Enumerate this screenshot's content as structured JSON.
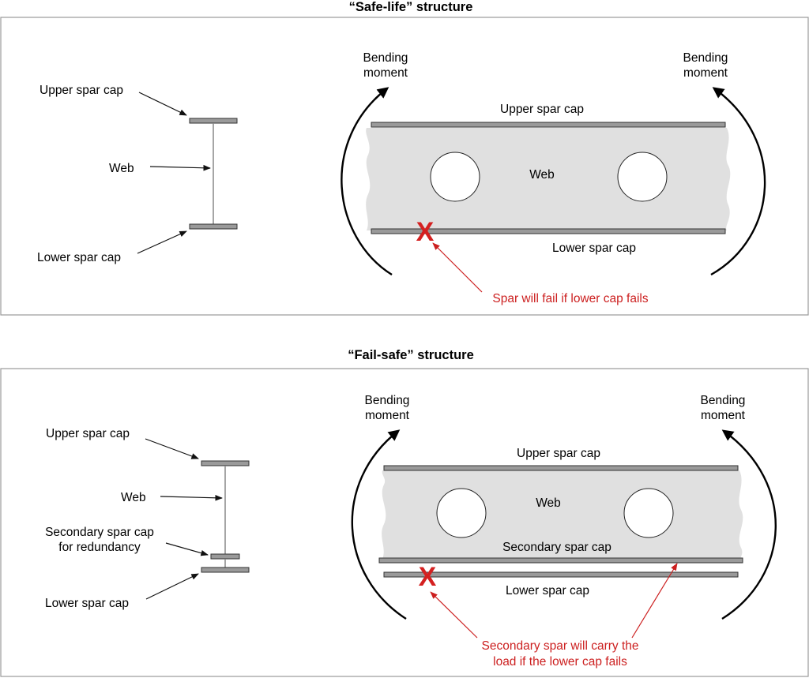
{
  "top": {
    "title": "“Safe-life” structure",
    "section": {
      "upper": "Upper spar cap",
      "web": "Web",
      "lower": "Lower spar cap"
    },
    "beam": {
      "upper": "Upper spar cap",
      "web": "Web",
      "lower": "Lower spar cap"
    },
    "bending_left": [
      "Bending",
      "moment"
    ],
    "bending_right": [
      "Bending",
      "moment"
    ],
    "failure_note": "Spar will fail if lower cap fails",
    "failure_mark": "X"
  },
  "bottom": {
    "title": "“Fail-safe” structure",
    "section": {
      "upper": "Upper spar cap",
      "web": "Web",
      "secondary": [
        "Secondary spar cap",
        "for redundancy"
      ],
      "lower": "Lower spar cap"
    },
    "beam": {
      "upper": "Upper spar cap",
      "web": "Web",
      "secondary": "Secondary spar cap",
      "lower": "Lower spar cap"
    },
    "bending_left": [
      "Bending",
      "moment"
    ],
    "bending_right": [
      "Bending",
      "moment"
    ],
    "failure_note": [
      "Secondary spar will carry the",
      "load if the lower cap fails"
    ],
    "failure_mark": "X"
  },
  "colors": {
    "failure": "#cc1f1f",
    "web_fill": "#e0e0e0",
    "cap_fill": "#9a9a9a"
  }
}
